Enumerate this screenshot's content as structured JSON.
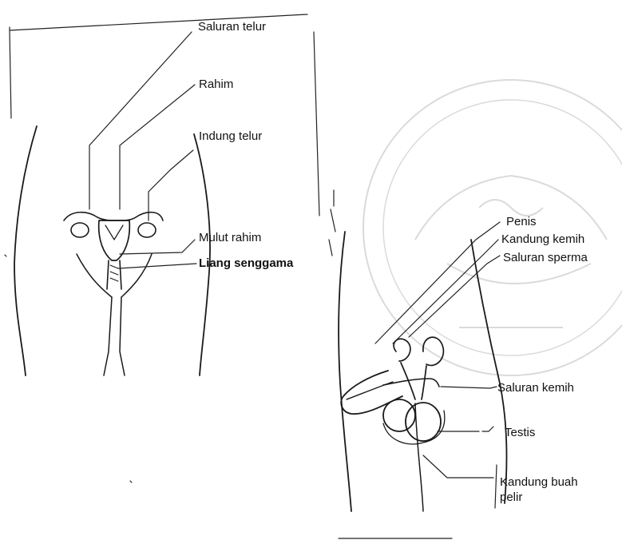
{
  "female_diagram": {
    "labels": {
      "fallopian_tube": "Saluran telur",
      "uterus": "Rahim",
      "ovary": "Indung telur",
      "cervix": "Mulut rahim",
      "vagina": "Liang senggama"
    }
  },
  "male_diagram": {
    "labels": {
      "penis": "Penis",
      "bladder": "Kandung kemih",
      "vas_deferens": "Saluran sperma",
      "urethra": "Saluran kemih",
      "testis": "Testis",
      "scrotum_line1": "Kandung buah",
      "scrotum_line2": "pelir"
    }
  }
}
